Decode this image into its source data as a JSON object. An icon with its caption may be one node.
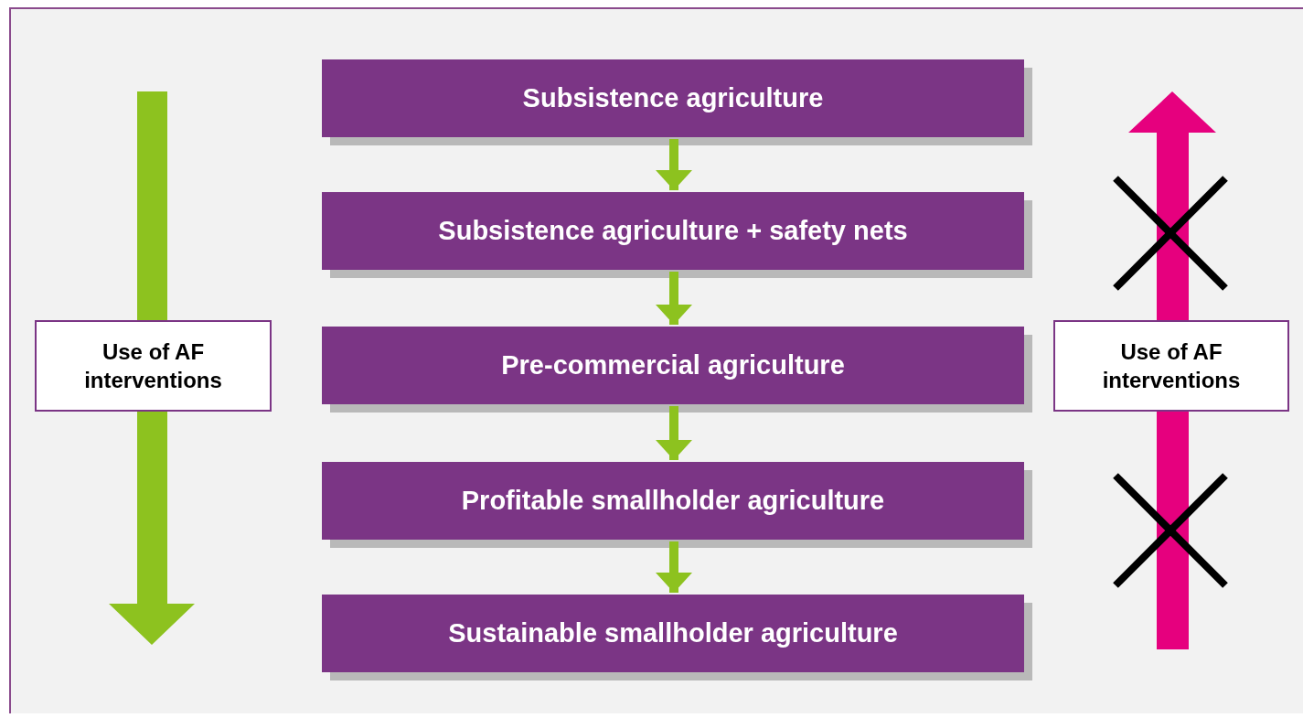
{
  "diagram": {
    "nodes": [
      {
        "text": [
          "Subsistence agriculture"
        ]
      },
      {
        "text": [
          "Subsistence agriculture + safety nets"
        ]
      },
      {
        "text": [
          "Pre-commercial agriculture"
        ]
      },
      {
        "text": [
          "Profitable smallholder agriculture"
        ]
      },
      {
        "text": [
          "Sustainable smallholder agriculture"
        ]
      },
      {
        "text": [
          "Use of AF interventions"
        ]
      },
      {
        "text": [
          "Use of AF interventions"
        ]
      }
    ],
    "edges": [
      {
        "from": 0,
        "to": 1,
        "arrow": "to"
      },
      {
        "from": 1,
        "to": 2,
        "arrow": "to"
      },
      {
        "from": 2,
        "to": 3,
        "arrow": "to"
      },
      {
        "from": 3,
        "to": 4,
        "arrow": "to"
      }
    ]
  }
}
